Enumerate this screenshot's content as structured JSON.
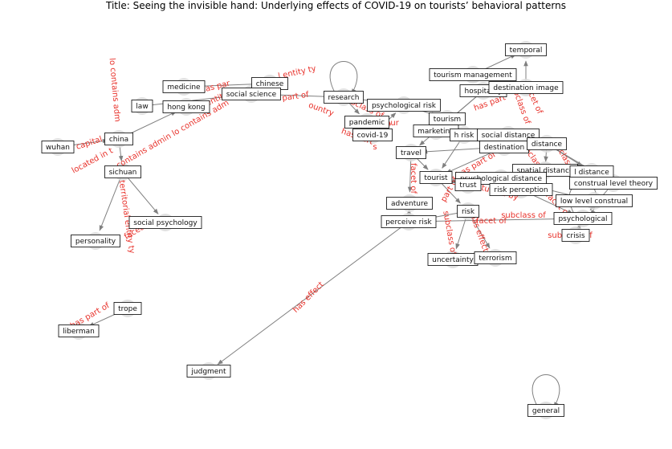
{
  "title": "Title: Seeing the invisible hand: Underlying effects of COVID-19 on tourists’ behavioral patterns",
  "colors": {
    "edge": "#808080",
    "edge_label": "#e8322b",
    "node_circle": "#dcdcdc",
    "node_box_border": "#000000"
  },
  "nodes": [
    {
      "id": "temporal",
      "label": "temporal"
    },
    {
      "id": "tourism-management",
      "label": "tourism management"
    },
    {
      "id": "hospitality",
      "label": "hospitality"
    },
    {
      "id": "destination-image",
      "label": "destination image"
    },
    {
      "id": "chinese",
      "label": "chinese"
    },
    {
      "id": "medicine",
      "label": "medicine"
    },
    {
      "id": "social-science",
      "label": "social science"
    },
    {
      "id": "law",
      "label": "law"
    },
    {
      "id": "hong-kong",
      "label": "hong kong"
    },
    {
      "id": "research",
      "label": "research"
    },
    {
      "id": "psychological-risk",
      "label": "psychological risk"
    },
    {
      "id": "tourism",
      "label": "tourism"
    },
    {
      "id": "pandemic",
      "label": "pandemic"
    },
    {
      "id": "marketing",
      "label": "marketing"
    },
    {
      "id": "covid-19",
      "label": "covid-19"
    },
    {
      "id": "h-risk",
      "label": "h risk"
    },
    {
      "id": "social-distance",
      "label": "social distance"
    },
    {
      "id": "china",
      "label": "china"
    },
    {
      "id": "wuhan",
      "label": "wuhan"
    },
    {
      "id": "destination",
      "label": "destination"
    },
    {
      "id": "distance",
      "label": "distance"
    },
    {
      "id": "travel",
      "label": "travel"
    },
    {
      "id": "sichuan",
      "label": "sichuan"
    },
    {
      "id": "spatial-distance",
      "label": "spatial distance"
    },
    {
      "id": "l-distance",
      "label": "l distance"
    },
    {
      "id": "tourist",
      "label": "tourist"
    },
    {
      "id": "psychological-distance",
      "label": "psychological distance"
    },
    {
      "id": "construal-level-theory",
      "label": "construal level theory"
    },
    {
      "id": "trust",
      "label": "trust"
    },
    {
      "id": "risk-perception",
      "label": "risk perception"
    },
    {
      "id": "low-level-construal",
      "label": "low level construal"
    },
    {
      "id": "adventure",
      "label": "adventure"
    },
    {
      "id": "risk",
      "label": "risk"
    },
    {
      "id": "psychological",
      "label": "psychological"
    },
    {
      "id": "perceive-risk",
      "label": "perceive risk"
    },
    {
      "id": "social-psychology",
      "label": "social psychology"
    },
    {
      "id": "crisis",
      "label": "crisis"
    },
    {
      "id": "personality",
      "label": "personality"
    },
    {
      "id": "uncertainty",
      "label": "uncertainty"
    },
    {
      "id": "terrorism",
      "label": "terrorism"
    },
    {
      "id": "trope",
      "label": "trope"
    },
    {
      "id": "liberman",
      "label": "liberman"
    },
    {
      "id": "judgment",
      "label": "judgment"
    },
    {
      "id": "general",
      "label": "general"
    }
  ],
  "edges": [
    {
      "source": "destination-image",
      "target": "temporal"
    },
    {
      "source": "tourism-management",
      "target": "temporal"
    },
    {
      "source": "medicine",
      "target": "chinese"
    },
    {
      "source": "law",
      "target": "social-science"
    },
    {
      "source": "social-science",
      "target": "research"
    },
    {
      "source": "wuhan",
      "target": "china"
    },
    {
      "source": "china",
      "target": "hong-kong"
    },
    {
      "source": "china",
      "target": "sichuan"
    },
    {
      "source": "sichuan",
      "target": "personality"
    },
    {
      "source": "sichuan",
      "target": "social-psychology"
    },
    {
      "source": "research",
      "target": "psychological-risk"
    },
    {
      "source": "research",
      "target": "pandemic"
    },
    {
      "source": "pandemic",
      "target": "covid-19"
    },
    {
      "source": "covid-19",
      "target": "psychological-risk"
    },
    {
      "source": "psychological-risk",
      "target": "tourism"
    },
    {
      "source": "tourism",
      "target": "marketing"
    },
    {
      "source": "hospitality",
      "target": "travel"
    },
    {
      "source": "hospitality",
      "target": "marketing"
    },
    {
      "source": "travel",
      "target": "tourist"
    },
    {
      "source": "travel",
      "target": "adventure"
    },
    {
      "source": "tourist",
      "target": "trust"
    },
    {
      "source": "tourist",
      "target": "risk"
    },
    {
      "source": "destination",
      "target": "tourist"
    },
    {
      "source": "destination",
      "target": "travel"
    },
    {
      "source": "social-distance",
      "target": "distance"
    },
    {
      "source": "distance",
      "target": "spatial-distance"
    },
    {
      "source": "distance",
      "target": "l-distance"
    },
    {
      "source": "distance",
      "target": "construal-level-theory"
    },
    {
      "source": "psychological-distance",
      "target": "low-level-construal"
    },
    {
      "source": "psychological-distance",
      "target": "trust"
    },
    {
      "source": "risk-perception",
      "target": "psychological"
    },
    {
      "source": "risk",
      "target": "uncertainty"
    },
    {
      "source": "risk",
      "target": "terrorism"
    },
    {
      "source": "risk",
      "target": "perceive-risk"
    },
    {
      "source": "perceive-risk",
      "target": "psychological"
    },
    {
      "source": "perceive-risk",
      "target": "adventure"
    },
    {
      "source": "perceive-risk",
      "target": "judgment"
    },
    {
      "source": "crisis",
      "target": "psychological"
    },
    {
      "source": "construal-level-theory",
      "target": "psychological"
    },
    {
      "source": "spatial-distance",
      "target": "risk-perception"
    },
    {
      "source": "h-risk",
      "target": "tourist"
    },
    {
      "source": "marketing",
      "target": "destination"
    },
    {
      "source": "trope",
      "target": "liberman"
    },
    {
      "source": "research",
      "target": "research",
      "self": true
    },
    {
      "source": "general",
      "target": "general",
      "self": true
    },
    {
      "source": "psychological",
      "target": "psychological",
      "self": true
    }
  ],
  "edge_labels": [
    {
      "text": "has part of"
    },
    {
      "text": "capital"
    },
    {
      "text": "located in t"
    },
    {
      "text": "lo contains adm"
    },
    {
      "text": "contains admin lo contains adm"
    },
    {
      "text": "territorial entity ty"
    },
    {
      "text": "facet of"
    },
    {
      "text": "has par"
    },
    {
      "text": "l entity ty"
    },
    {
      "text": "entity"
    },
    {
      "text": "part of"
    },
    {
      "text": "ountry"
    },
    {
      "text": "subclass of"
    },
    {
      "text": "has part"
    },
    {
      "text": "e"
    },
    {
      "text": "s"
    },
    {
      "text": "has pur"
    },
    {
      "text": "has part"
    },
    {
      "text": "subclass of"
    },
    {
      "text": "facet of"
    },
    {
      "text": "facet of"
    },
    {
      "text": "studied by"
    },
    {
      "text": "subclass of"
    },
    {
      "text": "subclass of"
    },
    {
      "text": "has effect"
    },
    {
      "text": "has effect"
    },
    {
      "text": "subclass of"
    },
    {
      "text": "has part of"
    },
    {
      "text": "subclass of"
    },
    {
      "text": "facet of"
    },
    {
      "text": "part of"
    },
    {
      "text": "facet of"
    },
    {
      "text": "subclass"
    }
  ]
}
